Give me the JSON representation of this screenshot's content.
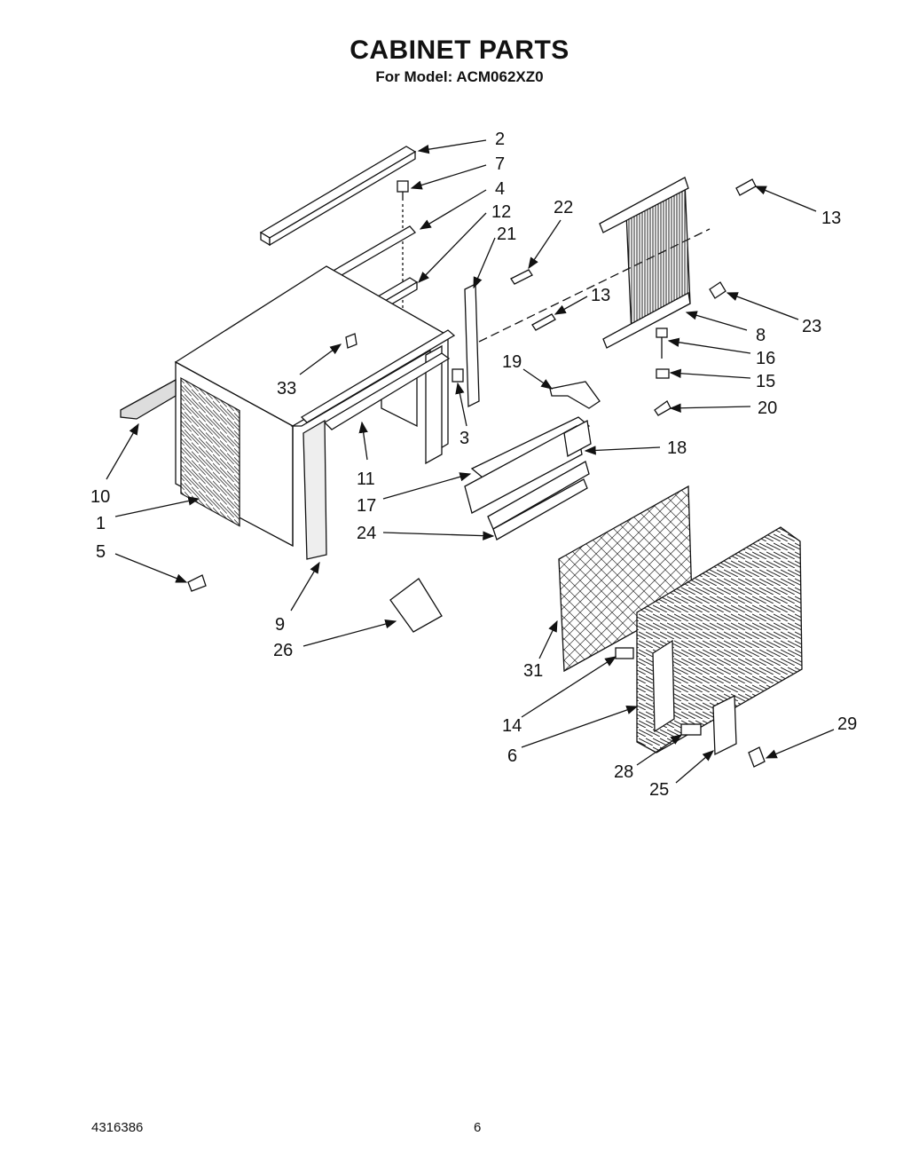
{
  "page": {
    "title": "CABINET PARTS",
    "subtitle": "For Model: ACM062XZ0",
    "doc_number": "4316386",
    "page_number": "6"
  },
  "callouts": [
    "1",
    "2",
    "3",
    "4",
    "5",
    "6",
    "7",
    "8",
    "9",
    "10",
    "11",
    "12",
    "13",
    "13",
    "14",
    "15",
    "16",
    "17",
    "18",
    "19",
    "20",
    "21",
    "22",
    "23",
    "24",
    "25",
    "26",
    "28",
    "29",
    "31",
    "33"
  ]
}
